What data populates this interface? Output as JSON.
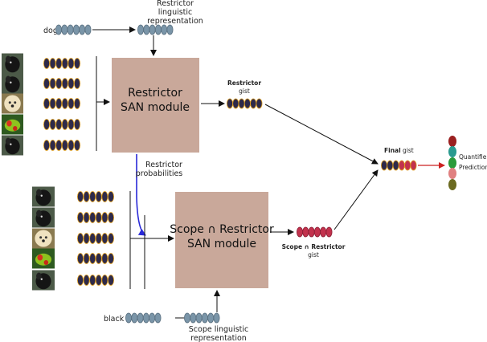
{
  "words": {
    "restrictor_word": "dog",
    "scope_word": "black"
  },
  "labels": {
    "restrictor_ling": [
      "Restrictor",
      "linguistic",
      "representation"
    ],
    "scope_ling": [
      "Scope linguistic",
      "representation"
    ],
    "restrictor_prob": [
      "Restrictor",
      "probabilities"
    ],
    "restrictor_gist_bold": "Restrictor",
    "restrictor_gist_sub": "gist",
    "scope_gist_bold": "Scope ∩ Restrictor",
    "scope_gist_sub": "gist",
    "final_gist_bold": "Final",
    "final_gist_rest": " gist",
    "quantifier": [
      "Quantifier",
      "Prediction"
    ]
  },
  "modules": {
    "restrictor": [
      "Restrictor",
      "SAN module"
    ],
    "scope": [
      "Scope ∩ Restrictor",
      "SAN module"
    ]
  },
  "colors": {
    "box_fill": "#c9a89a",
    "dark_bead": "#2e2a4a",
    "bead_border": "#e0a020",
    "ling_bead": "#7a95a8",
    "red_bead": "#c2324d",
    "prob_arrow": "#2a2ad8",
    "pred_arrow": "#cc2222",
    "quantifier_dots": [
      "#9b2020",
      "#2a9a8f",
      "#2b9a3a",
      "#e08080",
      "#6b6a20"
    ]
  },
  "icons": [
    "dog-image-icon",
    "pepper-image-icon"
  ]
}
